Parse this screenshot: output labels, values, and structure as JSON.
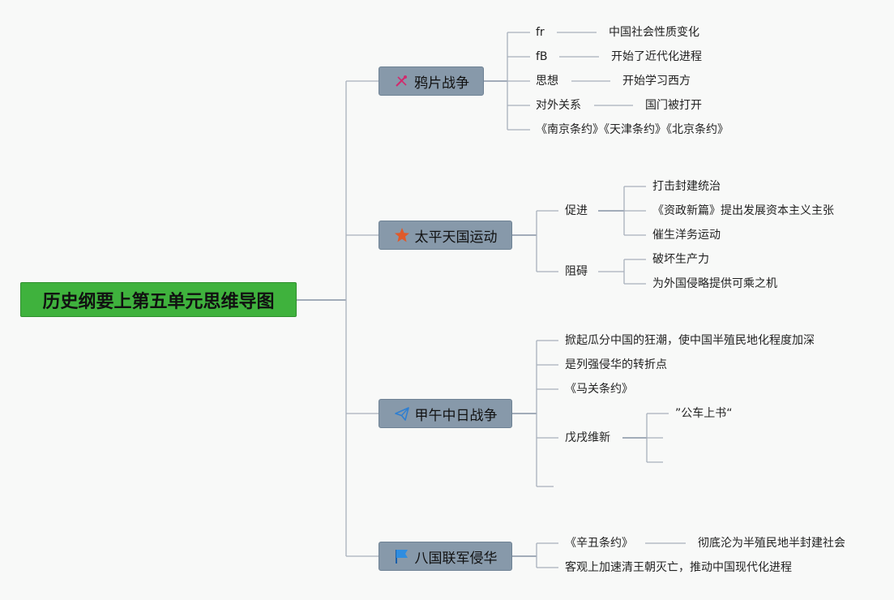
{
  "root": "历史纲要上第五单元思维导图",
  "branches": [
    {
      "title": "鸦片战争",
      "icon": "tools-icon",
      "items": [
        {
          "label": "fr",
          "value": "中国社会性质变化"
        },
        {
          "label": "fB",
          "value": "开始了近代化进程"
        },
        {
          "label": "思想",
          "value": "开始学习西方"
        },
        {
          "label": "对外关系",
          "value": "国门被打开"
        },
        {
          "label": "《南京条约》《天津条约》《北京条约》"
        }
      ]
    },
    {
      "title": "太平天国运动",
      "icon": "star-icon",
      "groups": [
        {
          "label": "促进",
          "items": [
            "打击封建统治",
            "《资政新篇》提出发展资本主义主张",
            "催生洋务运动"
          ]
        },
        {
          "label": "阻碍",
          "items": [
            "破坏生产力",
            "为外国侵略提供可乘之机"
          ]
        }
      ]
    },
    {
      "title": "甲午中日战争",
      "icon": "paper-plane-icon",
      "items": [
        "掀起瓜分中国的狂潮，使中国半殖民地化程度加深",
        "是列强侵华的转折点",
        "《马关条约》"
      ],
      "group": {
        "label": "戊戌维新",
        "items": [
          "”公车上书“"
        ]
      }
    },
    {
      "title": "八国联军侵华",
      "icon": "flag-icon",
      "items": [
        {
          "label": "《辛丑条约》",
          "value": "彻底沦为半殖民地半封建社会"
        },
        {
          "label": "客观上加速清王朝灭亡，推动中国现代化进程"
        }
      ]
    }
  ],
  "colors": {
    "root": "#3fb23d",
    "branch": "#8799aa",
    "line": "#a8b0bc",
    "line_dark": "#6e7f93"
  }
}
